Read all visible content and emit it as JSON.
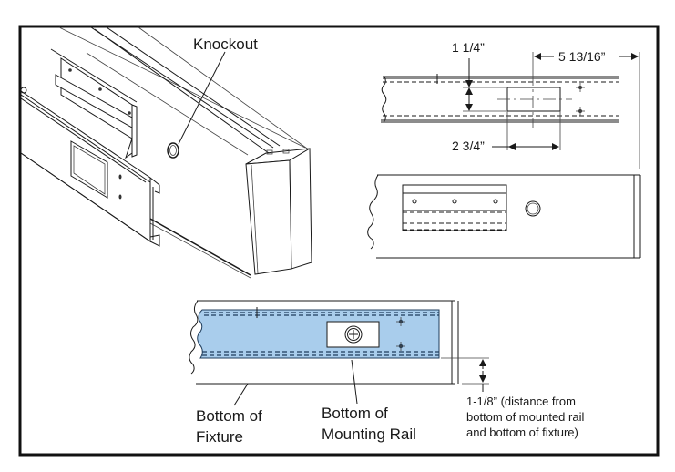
{
  "labels": {
    "knockout": "Knockout",
    "dim_1_1_4": "1 1/4”",
    "dim_5_13_16": "5 13/16”",
    "dim_2_3_4": "2 3/4”",
    "bottom_of_fixture_line1": "Bottom of",
    "bottom_of_fixture_line2": "Fixture",
    "bottom_of_rail_line1": "Bottom of",
    "bottom_of_rail_line2": "Mounting Rail",
    "offset_note_line1": "1-1/8” (distance from",
    "offset_note_line2": "bottom of mounted rail",
    "offset_note_line3": "and bottom of fixture)"
  },
  "colors": {
    "rail_fill": "#a9cdec",
    "frame": "#111111"
  }
}
